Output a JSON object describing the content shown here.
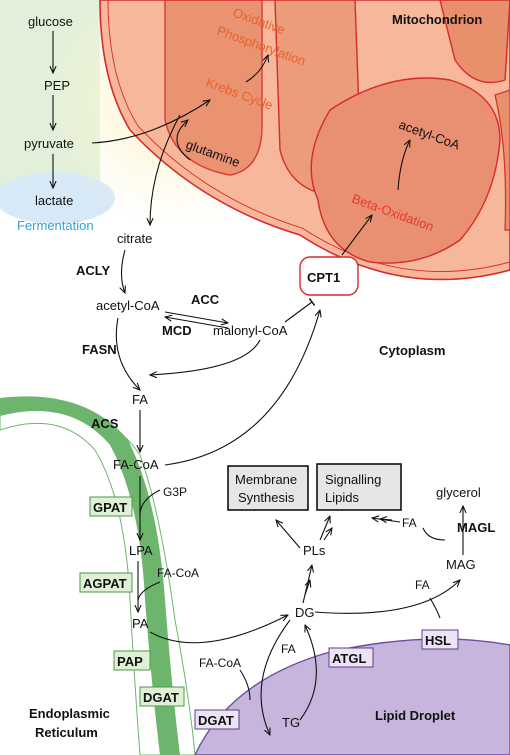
{
  "compartments": {
    "mitochondrion": "Mitochondrion",
    "cytoplasm": "Cytoplasm",
    "er_line1": "Endoplasmic",
    "er_line2": "Reticulum",
    "lipid_droplet": "Lipid Droplet"
  },
  "processes": {
    "oxphos_line1": "Oxidative",
    "oxphos_line2": "Phosphorylation",
    "krebs": "Krebs Cycle",
    "beta_oxidation": "Beta-Oxidation",
    "fermentation": "Fermentation"
  },
  "metabolites": {
    "glucose": "glucose",
    "pep": "PEP",
    "pyruvate": "pyruvate",
    "lactate": "lactate",
    "glutamine": "glutamine",
    "acetyl_coa_mito": "acetyl-CoA",
    "citrate": "citrate",
    "acetyl_coa": "acetyl-CoA",
    "malonyl_coa": "malonyl-CoA",
    "fa": "FA",
    "fa_coa": "FA-CoA",
    "g3p": "G3P",
    "lpa": "LPA",
    "fa_coa_2": "FA-CoA",
    "pa": "PA",
    "dg": "DG",
    "pls": "PLs",
    "fa_coa_3": "FA-CoA",
    "fa_2": "FA",
    "tg": "TG",
    "fa_3": "FA",
    "mag": "MAG",
    "fa_4": "FA",
    "glycerol": "glycerol"
  },
  "enzymes": {
    "acly": "ACLY",
    "acc": "ACC",
    "mcd": "MCD",
    "fasn": "FASN",
    "acs": "ACS",
    "cpt1": "CPT1",
    "gpat": "GPAT",
    "agpat": "AGPAT",
    "pap": "PAP",
    "dgat_er": "DGAT",
    "dgat_ld": "DGAT",
    "atgl": "ATGL",
    "hsl": "HSL",
    "magl": "MAGL"
  },
  "outputs": {
    "membrane_line1": "Membrane",
    "membrane_line2": "Synthesis",
    "signalling_line1": "Signalling",
    "signalling_line2": "Lipids"
  },
  "colors": {
    "mito_fill": "#f0a384",
    "mito_stroke": "#d62b2b",
    "yellow_glow": "#fbf3c4",
    "green_glow": "#dff0d6",
    "blue_glow": "#d6eaf8",
    "er_green": "#6db56d",
    "er_light": "#c5e3c0",
    "droplet": "#c7b5dd",
    "box_gray": "#e6e6e6"
  }
}
